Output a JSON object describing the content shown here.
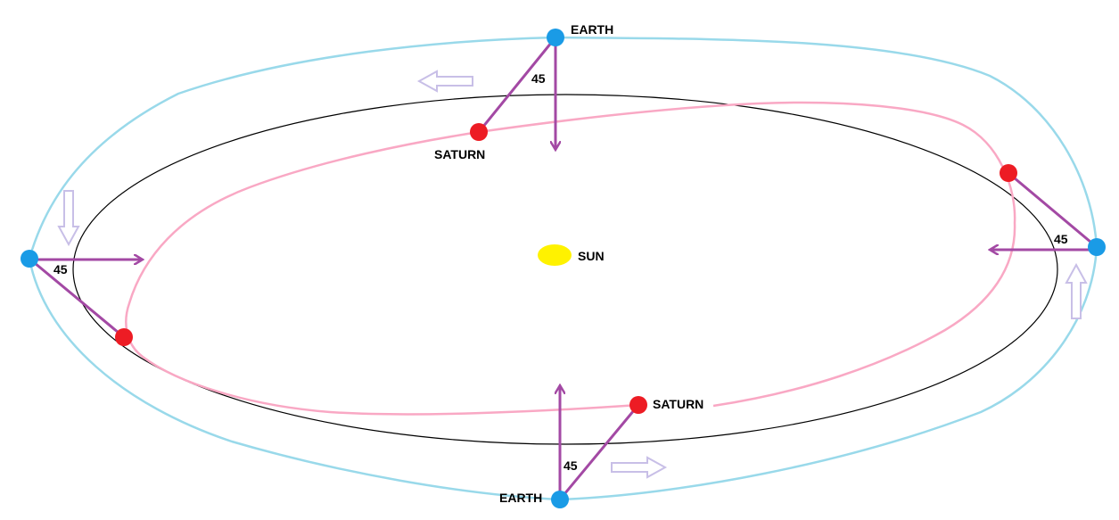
{
  "labels": {
    "earth_top": "EARTH",
    "earth_bottom": "EARTH",
    "saturn_top": "SATURN",
    "saturn_bottom": "SATURN",
    "sun": "SUN",
    "angle_top": "45",
    "angle_left": "45",
    "angle_right": "45",
    "angle_bottom": "45"
  },
  "colors": {
    "earth": "#1a9be6",
    "saturn": "#ed1c24",
    "sun": "#fff200",
    "earth_orbit": "#99d9ea",
    "saturn_orbit": "#f9a8c4",
    "ellipse": "#000000",
    "sightline": "#a349a4",
    "motion_arrow": "#c8bfe7"
  }
}
